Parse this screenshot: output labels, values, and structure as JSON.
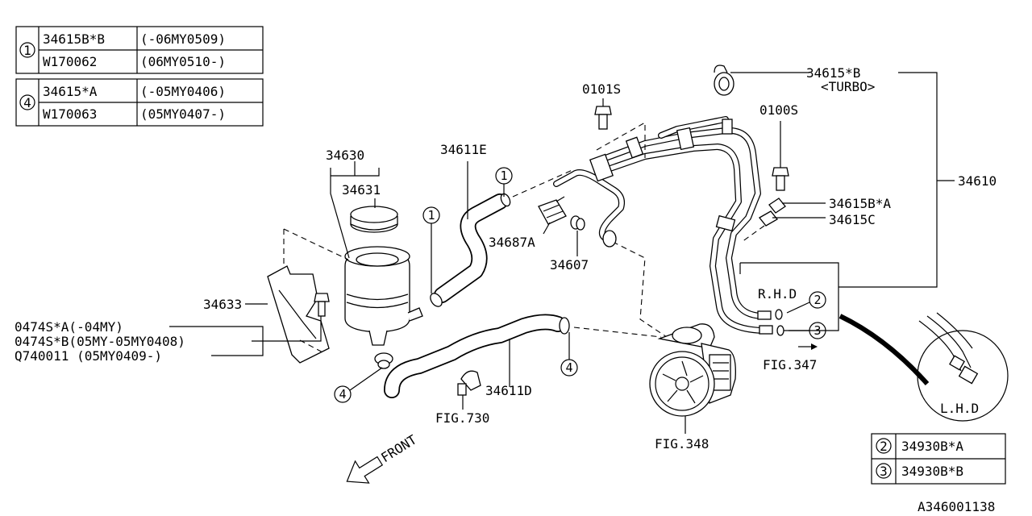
{
  "tables": {
    "note1": {
      "marker": "1",
      "rows": [
        {
          "part": "34615B*B",
          "range": "(-06MY0509)"
        },
        {
          "part": "W170062",
          "range": "(06MY0510-)"
        }
      ]
    },
    "note4": {
      "marker": "4",
      "rows": [
        {
          "part": "34615*A",
          "range": "(-05MY0406)"
        },
        {
          "part": "W170063",
          "range": "(05MY0407-)"
        }
      ]
    },
    "seals": {
      "rows": [
        {
          "marker": "2",
          "part": "34930B*A"
        },
        {
          "marker": "3",
          "part": "34930B*B"
        }
      ]
    }
  },
  "labels": {
    "p34630": "34630",
    "p34631": "34631",
    "p34611E": "34611E",
    "p34611D": "34611D",
    "p34633": "34633",
    "p34687A": "34687A",
    "p34607": "34607",
    "p0101S": "0101S",
    "p0100S": "0100S",
    "p34615B_line1": "34615*B",
    "p34615B_line2": "<TURBO>",
    "p34610": "34610",
    "p34615BA": "34615B*A",
    "p34615C": "34615C",
    "bolt_line1": "0474S*A(-04MY)",
    "bolt_line2": "0474S*B(05MY-05MY0408)",
    "bolt_line3": "Q740011 (05MY0409-)",
    "rhd": "R.H.D",
    "lhd": "L.H.D",
    "fig347": "FIG.347",
    "fig348": "FIG.348",
    "fig730": "FIG.730",
    "front": "FRONT",
    "diagram_id": "A346001138"
  },
  "callouts": {
    "c1a": "1",
    "c1b": "1",
    "c4a": "4",
    "c4b": "4",
    "c2": "2",
    "c3": "3"
  }
}
